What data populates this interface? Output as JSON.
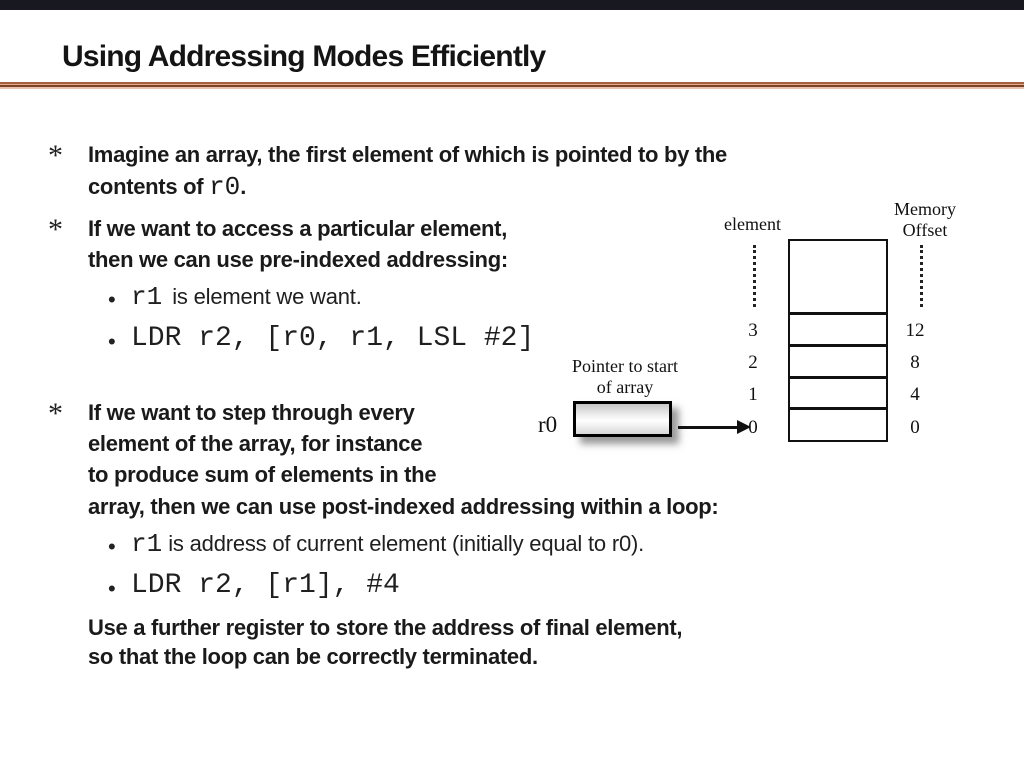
{
  "slide": {
    "title": "Using Addressing Modes Efficiently",
    "bullet_star": "*",
    "bullet_dot": "•"
  },
  "content": {
    "b1_l1": "Imagine an array, the first element of which is pointed to by the",
    "b1_l2a": "contents of ",
    "b1_l2_code": "r0",
    "b1_l2b": ".",
    "b2_l1": "If we want to access a particular element,",
    "b2_l2": "then we can use pre-indexed addressing:",
    "s2a_code": "r1",
    "s2a_text": "is element we want.",
    "s2b_code": "LDR r2, [r0, r1, LSL #2]",
    "b3_l1": "If we want to step through every",
    "b3_l2": "element of the array, for instance",
    "b3_l3": "to produce sum of elements in the",
    "b3_l4": "array, then we can use post-indexed addressing within a loop:",
    "s3a_code": "r1",
    "s3a_text": "is address of current element (initially equal to r0).",
    "s3b_code": "LDR r2, [r1], #4",
    "close_l1": "Use a further register to store the address of final element,",
    "close_l2": "so that the loop can be correctly terminated."
  },
  "diagram": {
    "element_label": "element",
    "memory_label_l1": "Memory",
    "memory_label_l2": "Offset",
    "pointer_label_l1": "Pointer to start",
    "pointer_label_l2": "of array",
    "register_label": "r0",
    "element_indices": [
      "3",
      "2",
      "1",
      "0"
    ],
    "memory_offsets": [
      "12",
      "8",
      "4",
      "0"
    ]
  },
  "colors": {
    "top_bar": "#181820",
    "accent_dark": "#7e4226",
    "accent_light": "#e2a98c",
    "text": "#1a1a1a"
  }
}
